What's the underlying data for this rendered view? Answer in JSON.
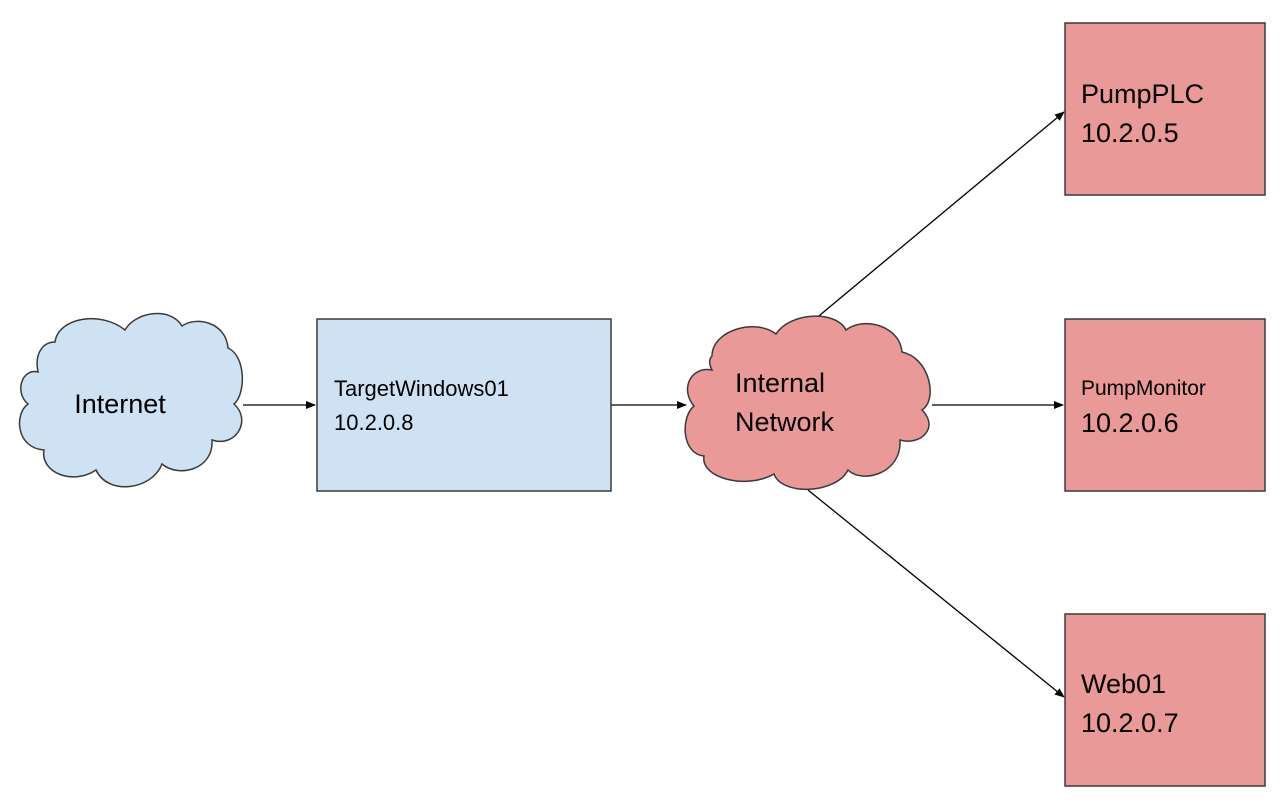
{
  "colors": {
    "cloud_blue": "#cfe2f3",
    "node_blue": "#cfe2f3",
    "node_red": "#ea9999",
    "cloud_red": "#ea9999",
    "stroke": "#3a3a3a",
    "edge": "#000000"
  },
  "nodes": {
    "internet": {
      "label": "Internet",
      "shape": "cloud"
    },
    "target_windows": {
      "name": "TargetWindows01",
      "ip": "10.2.0.8",
      "shape": "rectangle"
    },
    "internal_network": {
      "line1": "Internal",
      "line2": "Network",
      "shape": "cloud"
    },
    "pump_plc": {
      "name": "PumpPLC",
      "ip": "10.2.0.5",
      "shape": "rectangle"
    },
    "pump_monitor": {
      "name": "PumpMonitor",
      "ip": "10.2.0.6",
      "shape": "rectangle"
    },
    "web01": {
      "name": "Web01",
      "ip": "10.2.0.7",
      "shape": "rectangle"
    }
  },
  "edges": [
    {
      "from": "internet",
      "to": "target_windows"
    },
    {
      "from": "target_windows",
      "to": "internal_network"
    },
    {
      "from": "internal_network",
      "to": "pump_plc"
    },
    {
      "from": "internal_network",
      "to": "pump_monitor"
    },
    {
      "from": "internal_network",
      "to": "web01"
    }
  ]
}
